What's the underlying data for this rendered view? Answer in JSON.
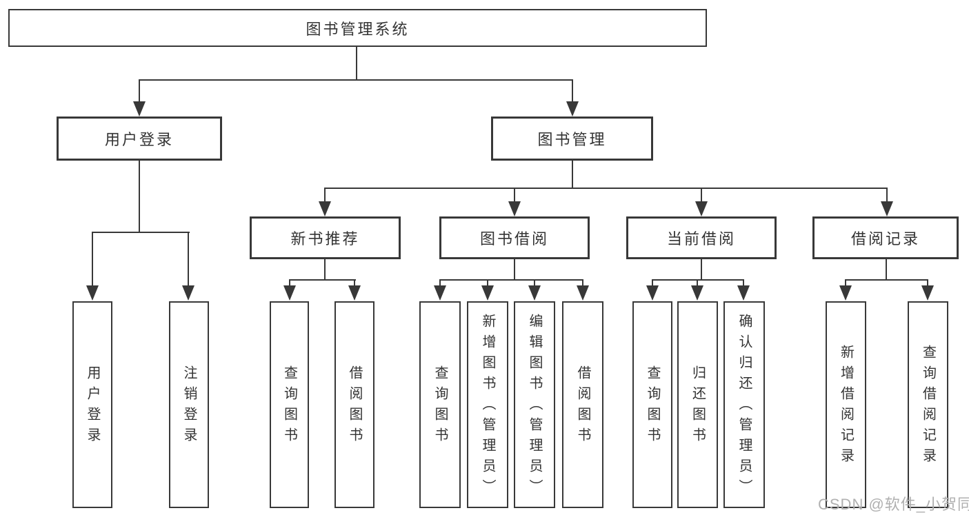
{
  "diagram_title": "图书管理系统",
  "colors": {
    "stroke": "#383838",
    "text": "#333333",
    "watermark": "#b0b0b0",
    "background": "#ffffff"
  },
  "tree": {
    "root": {
      "label": "图书管理系统"
    },
    "branches": [
      {
        "label": "用户登录",
        "children": [
          {
            "label": "用户登录"
          },
          {
            "label": "注销登录"
          }
        ]
      },
      {
        "label": "图书管理",
        "children": [
          {
            "label": "新书推荐",
            "children": [
              {
                "label": "查询图书"
              },
              {
                "label": "借阅图书"
              }
            ]
          },
          {
            "label": "图书借阅",
            "children": [
              {
                "label": "查询图书"
              },
              {
                "label": "新增图书（管理员）"
              },
              {
                "label": "编辑图书（管理员）"
              },
              {
                "label": "借阅图书"
              }
            ]
          },
          {
            "label": "当前借阅",
            "children": [
              {
                "label": "查询图书"
              },
              {
                "label": "归还图书"
              },
              {
                "label": "确认归还（管理员）"
              }
            ]
          },
          {
            "label": "借阅记录",
            "children": [
              {
                "label": "新增借阅记录"
              },
              {
                "label": "查询借阅记录"
              }
            ]
          }
        ]
      }
    ]
  },
  "watermark": {
    "text": "CSDN @软件_小贺同学"
  }
}
